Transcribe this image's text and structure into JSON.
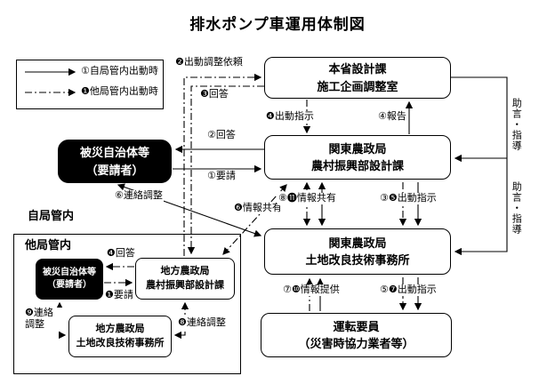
{
  "title": "排水ポンプ車運用体制図",
  "legend": {
    "own_label": "①自局管内出動時",
    "other_label": "❶他局管内出動時"
  },
  "areas": {
    "own": "自局管内",
    "other": "他局管内"
  },
  "boxes": {
    "ministry": {
      "line1": "本省設計課",
      "line2": "施工企画調整室"
    },
    "kanto_design": {
      "line1": "関東農政局",
      "line2": "農村振興部設計課"
    },
    "kanto_land": {
      "line1": "関東農政局",
      "line2": "土地改良技術事務所"
    },
    "operators": {
      "line1": "運転要員",
      "line2": "（災害時協力業者等）"
    },
    "victim_main": {
      "line1": "被災自治体等",
      "line2": "（要請者）"
    },
    "victim_sub": {
      "line1": "被災自治体等",
      "line2": "（要請者）"
    },
    "regional_design": {
      "line1": "地方農政局",
      "line2": "農村振興部設計課"
    },
    "regional_land": {
      "line1": "地方農政局",
      "line2": "土地改良技術事務所"
    }
  },
  "labels": {
    "dispatch_adjust_request": "❷出動調整依頼",
    "reply3": "❸回答",
    "dispatch_order4": "❹出動指示",
    "report4": "④報告",
    "reply2": "②回答",
    "request1": "①要請",
    "liaison6": "⑥連絡調整",
    "info_share6": "❻情報共有",
    "info_share_8_11": "⑧⓫情報共有",
    "dispatch_3_5": "③❺出動指示",
    "info_provide_7_10": "⑦❿情報提供",
    "dispatch_5_7": "⑤❼出動指示",
    "advice_top": "助言・指導",
    "advice_bottom": "助言・指導",
    "reply4b": "❹回答",
    "request1b": "❶要請",
    "liaison9": "❾連絡調整",
    "liaison8": "❽連絡調整"
  },
  "colors": {
    "line": "#000000",
    "box_fill_dark": "#000000",
    "box_text_dark": "#ffffff",
    "background": "#ffffff"
  }
}
